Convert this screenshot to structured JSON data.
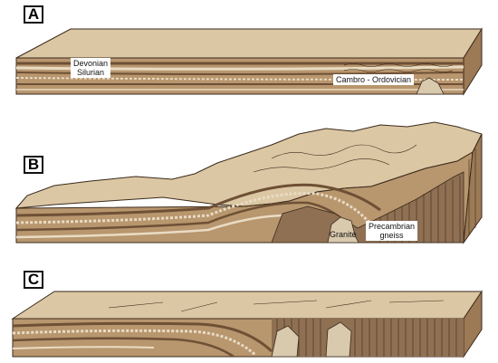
{
  "panels": [
    {
      "label": "A",
      "annotations": {
        "devonian": "Devonian",
        "silurian": "Silurian",
        "cambro": "Cambro - Ordovician"
      }
    },
    {
      "label": "B",
      "annotations": {
        "granite": "Granite",
        "precambrian": "Precambrian",
        "gneiss": "gneiss"
      }
    },
    {
      "label": "C",
      "annotations": {}
    }
  ],
  "colors": {
    "top_surface": "#dcc7a4",
    "front_face": "#b8966e",
    "side_face": "#9c7a55",
    "dark_band": "#6e5035",
    "light_band": "#e9dcc4",
    "gneiss": "#8f7053",
    "line": "#3a2a1c"
  }
}
